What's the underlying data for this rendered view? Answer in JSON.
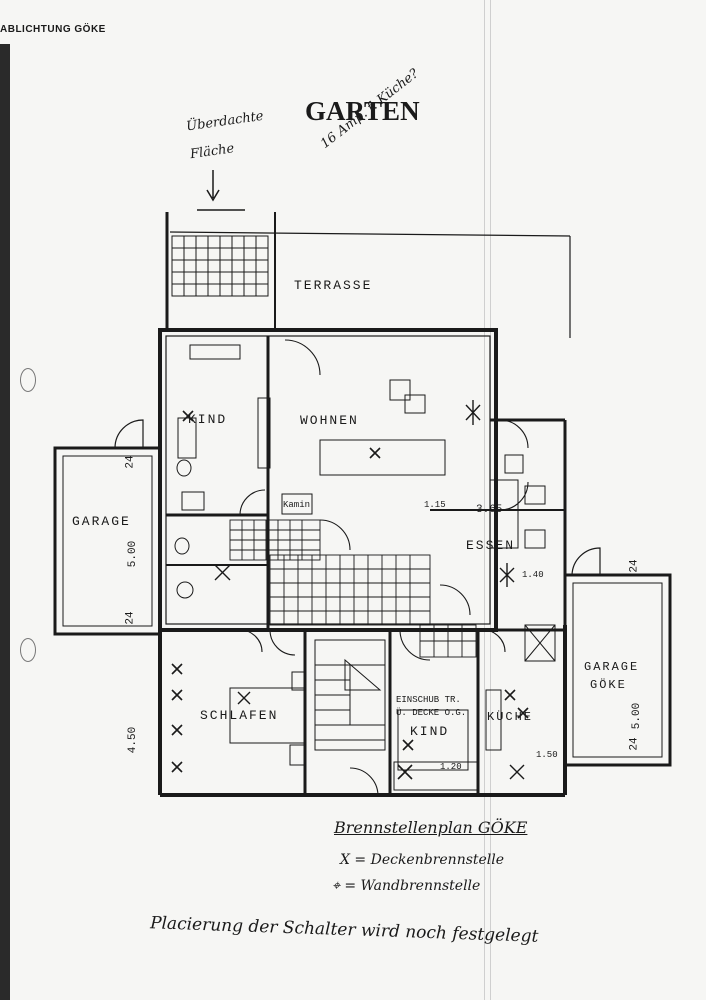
{
  "header": {
    "label": "ABLICHTUNG GÖKE"
  },
  "title": "GARTEN",
  "notes": {
    "top_line1": "Überdachte",
    "top_line2": "Fläche",
    "amperage": "16 Amp. f. Küche?"
  },
  "rooms": {
    "terrasse": "TERRASSE",
    "kind_top": "KIND",
    "wohnen": "WOHNEN",
    "kamin": "Kamin",
    "essen": "ESSEN",
    "garage_left": "GARAGE",
    "schlafen": "SCHLAFEN",
    "einschub_line1": "EINSCHUB TR.",
    "einschub_line2": "Ü. DECKE O.G.",
    "kind_bottom": "KIND",
    "kueche": "KÜCHE",
    "garage_right": "GARAGE",
    "garage_right_owner": "GÖKE"
  },
  "dimensions": {
    "d_24_top_left": "24",
    "d_500_left": "5.00",
    "d_24_bottom_left": "24",
    "d_450_left": "4.50",
    "d_115": "1.15",
    "d_365": "3.65",
    "d_140": "1.40",
    "d_24_right_top": "24",
    "d_500_right": "5.00",
    "d_24_right_bottom": "24",
    "d_150": "1.50",
    "d_120": "1.20"
  },
  "legend": {
    "title": "Brennstellenplan GÖKE",
    "ceiling": "X = Deckenbrennstelle",
    "wall": "⌖ = Wandbrennstelle",
    "footer": "Placierung der Schalter wird noch festgelegt"
  },
  "colors": {
    "ink": "#1a1a1a",
    "paper": "#f6f6f4",
    "spine": "#2a2a2a"
  }
}
